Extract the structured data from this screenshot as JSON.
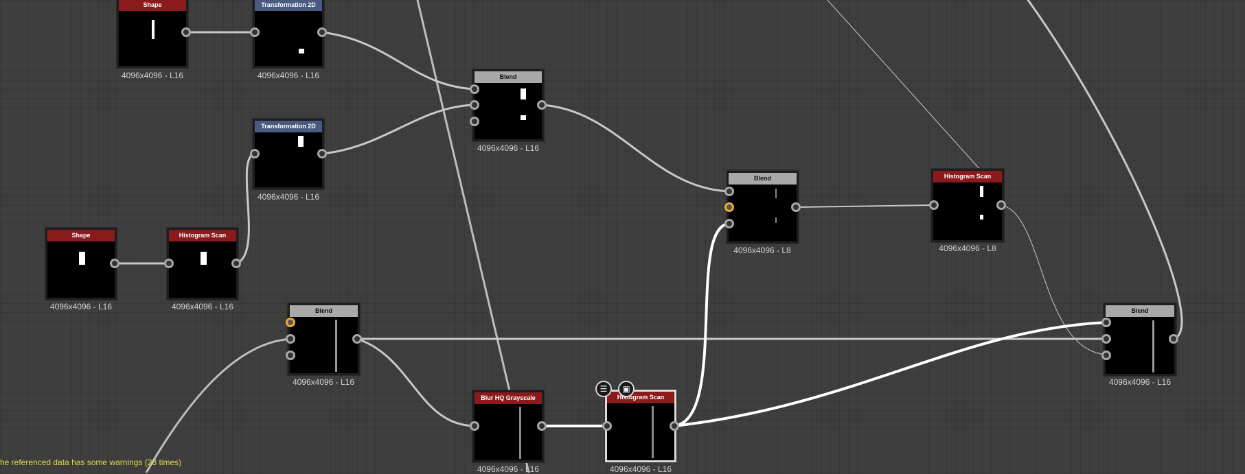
{
  "graph": {
    "nodes": [
      {
        "id": "shape1",
        "title": "Shape",
        "color": "red",
        "resolution": "4096x4096 - L16"
      },
      {
        "id": "tr2d1",
        "title": "Transformation 2D",
        "color": "blue",
        "resolution": "4096x4096 - L16"
      },
      {
        "id": "tr2d2",
        "title": "Transformation 2D",
        "color": "blue",
        "resolution": "4096x4096 - L16"
      },
      {
        "id": "blend1",
        "title": "Blend",
        "color": "gray",
        "resolution": "4096x4096 - L16"
      },
      {
        "id": "blend2",
        "title": "Blend",
        "color": "gray",
        "resolution": "4096x4096 - L8"
      },
      {
        "id": "hist1",
        "title": "Histogram Scan",
        "color": "red",
        "resolution": "4096x4096 - L8"
      },
      {
        "id": "shape2",
        "title": "Shape",
        "color": "red",
        "resolution": "4096x4096 - L16"
      },
      {
        "id": "hist2",
        "title": "Histogram Scan",
        "color": "red",
        "resolution": "4096x4096 - L16"
      },
      {
        "id": "blend3",
        "title": "Blend",
        "color": "gray",
        "resolution": "4096x4096 - L16"
      },
      {
        "id": "blend4",
        "title": "Blend",
        "color": "gray",
        "resolution": "4096x4096 - L16"
      },
      {
        "id": "blurhq",
        "title": "Blur HQ Grayscale",
        "color": "red",
        "resolution": "4096x4096 - L16"
      },
      {
        "id": "hist3",
        "title": "Histogram Scan",
        "color": "red",
        "resolution": "4096x4096 - L16",
        "selected": true
      }
    ],
    "node_tools": [
      {
        "icon": "document-icon",
        "glyph": "☰"
      },
      {
        "icon": "checker-icon",
        "glyph": "▣"
      }
    ]
  },
  "status": {
    "message": "he referenced data has some warnings (28 times)",
    "color": "#e6d84a"
  }
}
